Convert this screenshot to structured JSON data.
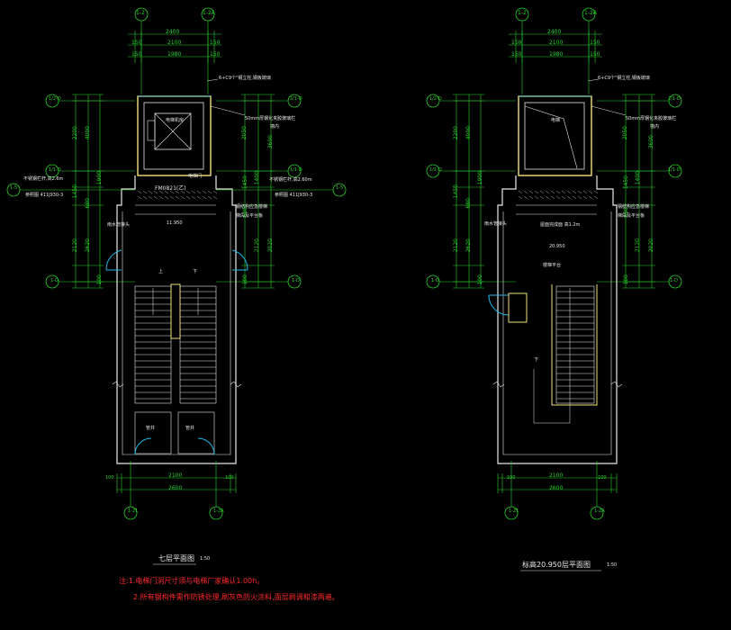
{
  "colors": {
    "background": "#000000",
    "wall": "#e8e8e8",
    "dimension": "#29d12a",
    "shaft": "#f2e27a",
    "door": "#1fb7e6",
    "note": "#ff2a2a"
  },
  "left_plan": {
    "top_axes": [
      "1-2",
      "1-2A"
    ],
    "bottom_axes": [
      "1-21",
      "1-2A"
    ],
    "left_axes": [
      "1/2-D",
      "1/1-D",
      "1-D"
    ],
    "right_axes": [
      "2/1-D",
      "1/1-D",
      "1-D"
    ],
    "side_bubble": "1-5",
    "top_dims": {
      "overall": "2400",
      "row2": [
        "150",
        "2100",
        "150"
      ],
      "row3": [
        "150",
        "1980",
        "150"
      ]
    },
    "bottom_dims": {
      "row1": [
        "100",
        "2100",
        "100"
      ],
      "overall": "2600"
    },
    "left_dims": [
      "2200",
      "4000",
      "1900",
      "1450",
      "680",
      "2120",
      "2620",
      "100"
    ],
    "right_dims": [
      "2050",
      "3600",
      "1450",
      "1400",
      "680",
      "2120",
      "2020",
      "100"
    ],
    "shaft_label": "6+C9个\"钢立柱,钢板玻璃",
    "glass_label": "50mm厚钢化夹胶玻璃栏",
    "glass_label2": "墙内",
    "room_label": "电梯机房",
    "left_notes": [
      "不锈钢栏杆,高2.6m",
      "参照图 411J930-3"
    ],
    "right_notes": [
      "不锈钢栏杆,高2.60m",
      "参照图 411J930-3"
    ],
    "fire_door": "FM0821(乙)",
    "door_text": "电梯门",
    "level": "11.950",
    "rain_pipe": "雨水管接头",
    "steel_note": "钢结构应急楼梯",
    "steel_note2": "梯段及平台板",
    "up_mark": "上",
    "dn_mark": "下",
    "room_small": [
      "管井",
      "管井"
    ],
    "title": "七层平面图",
    "scale": "1:50",
    "notes": [
      "注:1.电梯门洞尺寸须与电梯厂家确认1.00h。",
      "2.所有钢构件需作防锈处理,刷灰色防火涂料,面层刷调和漆两遍。"
    ]
  },
  "right_plan": {
    "top_axes": [
      "1-2",
      "1-2A"
    ],
    "bottom_axes": [
      "1-21",
      "1-2A"
    ],
    "left_axes": [
      "1/2-D",
      "1/1-D",
      "1-D"
    ],
    "right_axes": [
      "2/1-D",
      "1/1-D",
      "1-D"
    ],
    "top_dims": {
      "overall": "2400",
      "row2": [
        "150",
        "2100",
        "150"
      ],
      "row3": [
        "150",
        "1980",
        "150"
      ]
    },
    "bottom_dims": {
      "row1": [
        "100",
        "2100",
        "100"
      ],
      "overall": "2600"
    },
    "left_dims": [
      "2200",
      "4000",
      "1900",
      "1450",
      "680",
      "2120",
      "2620",
      "100"
    ],
    "right_dims": [
      "2050",
      "3600",
      "1450",
      "1400",
      "680",
      "2120",
      "2020",
      "100"
    ],
    "shaft_label": "6+C9个\"钢立柱,钢板玻璃",
    "glass_label": "50mm厚钢化夹胶玻璃栏",
    "glass_label2": "墙内",
    "room_label": "电梯",
    "rain_pipe": "雨水管接头",
    "roof_note": "屋面完成面 高1.2m",
    "steel_note": "钢结构应急楼梯",
    "steel_note2": "梯段及平台板",
    "level": "20.950",
    "level_sub": "楼梯平台",
    "dn_mark": "下",
    "title": "标高20.950层平面图",
    "scale": "1:50"
  }
}
